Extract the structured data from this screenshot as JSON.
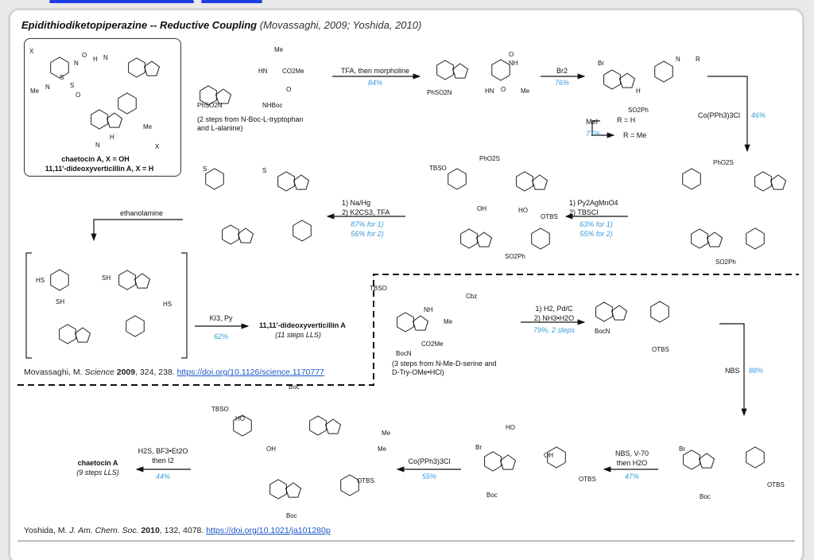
{
  "title": {
    "main": "Epidithiodiketopiperazine -- Reductive Coupling",
    "sub": "(Movassaghi, 2009; Yoshida, 2010)"
  },
  "colors": {
    "yield": "#3a9ad9",
    "tab_accent": "#1f3fe6",
    "link": "#1a55c8"
  },
  "target_box": {
    "line1": "chaetocin A, X = OH",
    "line2": "11,11'-dideoxyverticillin A, X = H"
  },
  "movassaghi": {
    "sm_note": "(2 steps from N-Boc-L-tryptophan\nand L-alanine)",
    "step1": {
      "reagent": "TFA, then morpholine",
      "yield": "84%"
    },
    "step2": {
      "reagent": "Br2",
      "yield": "76%"
    },
    "methylation": {
      "reagent": "MeI",
      "yield": "77%",
      "from": "R = H",
      "to": "R = Me"
    },
    "step3": {
      "reagent": "Co(PPh3)3Cl",
      "yield": "46%"
    },
    "step4": {
      "r1": "1) Py2AgMnO4",
      "r2": "2) TBSCl",
      "y1": "63% for 1)",
      "y2": "55% for 2)"
    },
    "step5": {
      "r1": "1) Na/Hg",
      "r2": "2) K2CS3, TFA",
      "y1": "87% for 1)",
      "y2": "56% for 2)"
    },
    "step6": {
      "reagent": "ethanolamine"
    },
    "step7": {
      "reagent": "KI3, Py",
      "yield": "62%"
    },
    "product": {
      "name": "11,11'-dideoxyverticillin A",
      "steps": "(11 steps LLS)"
    },
    "reference": {
      "text": "Movassaghi, M. ",
      "journal": "Science",
      "year": "2009",
      "rest": ", 324, 238. ",
      "doi": "https://doi.org/10.1126/science.1170777"
    }
  },
  "yoshida": {
    "sm_note": "(3 steps from N-Me-D-serine and\nD-Try-OMe•HCl)",
    "step1": {
      "r1": "1) H2, Pd/C",
      "r2": "2) NH3•H2O",
      "yield": "79%, 2 steps"
    },
    "step2": {
      "reagent": "NBS",
      "yield": "88%"
    },
    "step3": {
      "r1": "NBS, V-70",
      "r2": "then H2O",
      "yield": "47%"
    },
    "step4": {
      "reagent": "Co(PPh3)3Cl",
      "yield": "55%"
    },
    "step5": {
      "r1": "H2S, BF3•Et2O",
      "r2": "then I2",
      "yield": "44%"
    },
    "product": {
      "name": "chaetocin A",
      "steps": "(9 steps LLS)"
    },
    "reference": {
      "text": "Yoshida, M. ",
      "journal": "J. Am. Chem. Soc.",
      "year": "2010",
      "rest": ", 132, 4078. ",
      "doi": "https://doi.org/10.1021/ja101280p"
    }
  },
  "atoms": [
    "X",
    "X",
    "Me",
    "N",
    "N",
    "S",
    "S",
    "O",
    "O",
    "H",
    "N",
    "H",
    "N",
    "Me",
    "PhSO2N",
    "NHBoc",
    "HN",
    "CO2Me",
    "Me",
    "O",
    "PhSO2N",
    "HN",
    "NH",
    "O",
    "O",
    "Me",
    "Br",
    "N",
    "R",
    "H",
    "SO2Ph",
    "PhO2S",
    "SO2Ph",
    "PhO2S",
    "TBSO",
    "OH",
    "HO",
    "OTBS",
    "SO2Ph",
    "S",
    "S",
    "HS",
    "SH",
    "SH",
    "HS",
    "TBSO",
    "Cbz",
    "Me",
    "NH",
    "CO2Me",
    "BocN",
    "BocN",
    "OTBS",
    "Br",
    "Boc",
    "OTBS",
    "Br",
    "HO",
    "OH",
    "OTBS",
    "Boc",
    "TBSO",
    "HO",
    "Boc",
    "OH",
    "OTBS",
    "Boc",
    "Me",
    "Me"
  ]
}
